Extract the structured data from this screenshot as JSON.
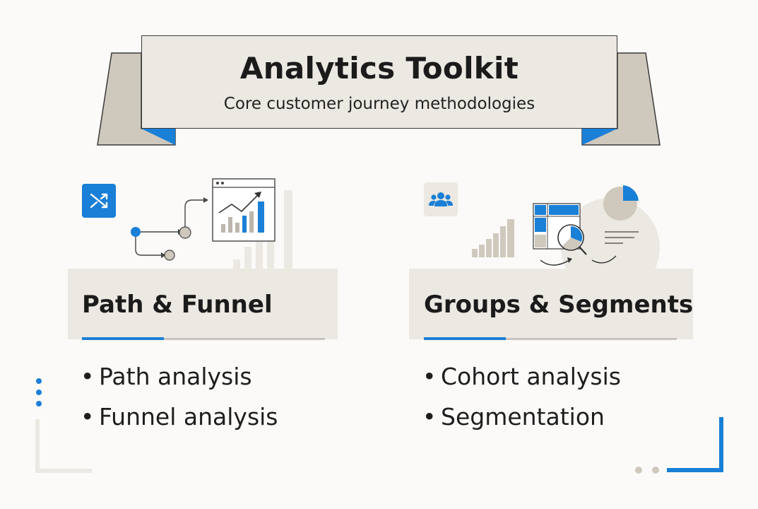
{
  "header": {
    "title": "Analytics Toolkit",
    "subtitle": "Core customer journey methodologies"
  },
  "sections": [
    {
      "title": "Path & Funnel",
      "icon": "shuffle-icon",
      "items": [
        "Path analysis",
        "Funnel analysis"
      ]
    },
    {
      "title": "Groups & Segments",
      "icon": "users-icon",
      "items": [
        "Cohort analysis",
        "Segmentation"
      ]
    }
  ],
  "bullet_symbol": "•",
  "colors": {
    "accent_blue": "#1a7fd6",
    "panel_beige": "#ece8e2",
    "ribbon_taupe": "#cfc8bd",
    "grey_mark": "#bdb6ac"
  }
}
